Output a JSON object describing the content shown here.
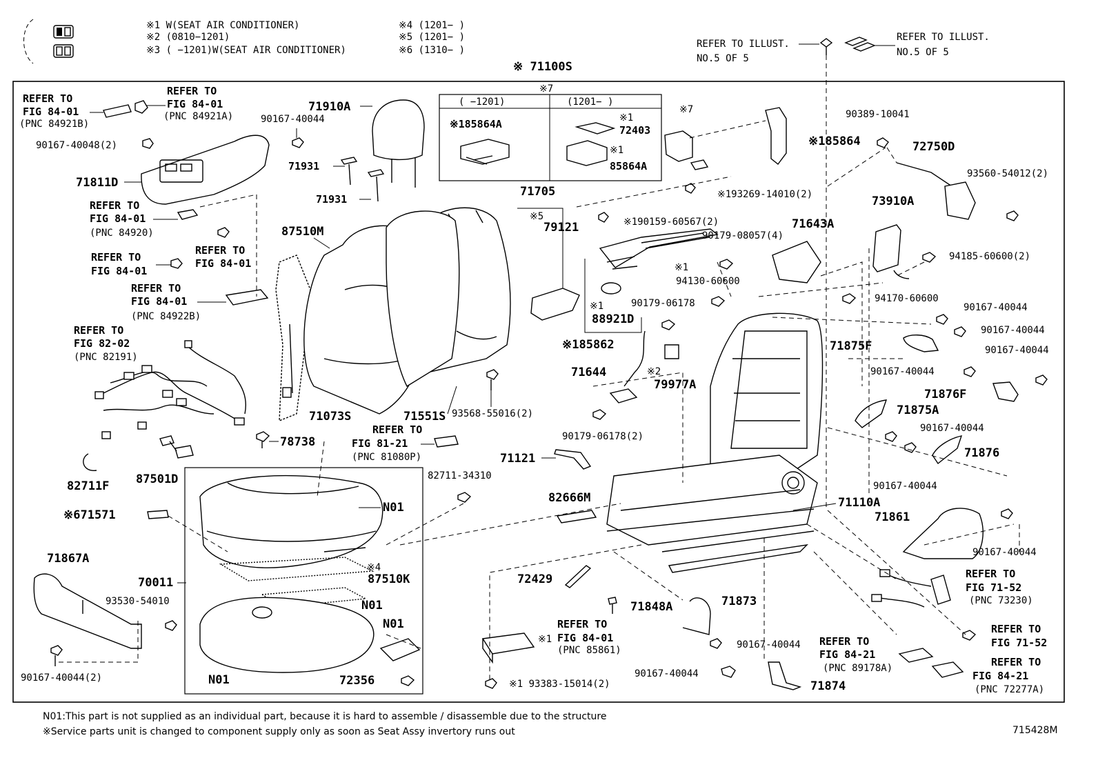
{
  "legend": {
    "notes_left": [
      "※1 W(SEAT AIR CONDITIONER)",
      "※2 (0810−1201)",
      "※3 (     −1201)W(SEAT AIR CONDITIONER)"
    ],
    "notes_right": [
      "※4 (1201−      )",
      "※5 (1201−      )",
      "※6 (1310−      )"
    ]
  },
  "assembly_label": "※ 71100S",
  "inset": {
    "mark": "※7",
    "left_header": "(     −1201)",
    "right_header": "(1201−     )",
    "parts": [
      {
        "id": "185864A",
        "text": "※185864A"
      },
      {
        "id": "72403",
        "text": "72403"
      },
      {
        "id": "85864A",
        "text": "85864A"
      },
      {
        "id": "m1a",
        "text": "※1"
      },
      {
        "id": "m1b",
        "text": "※1"
      }
    ]
  },
  "refer_top": [
    {
      "id": "ref-top-1",
      "lines": [
        "REFER TO ILLUST.",
        "NO.5 OF 5"
      ]
    },
    {
      "id": "ref-top-2",
      "lines": [
        "REFER TO ILLUST.",
        "NO.5 OF 5"
      ]
    }
  ],
  "part_labels": [
    {
      "id": "p71910A",
      "text": "71910A"
    },
    {
      "id": "p90167-40044-a",
      "text": "90167-40044"
    },
    {
      "id": "p90167-40048",
      "text": "90167-40048(2)"
    },
    {
      "id": "p71811D",
      "text": "71811D"
    },
    {
      "id": "p71931-a",
      "text": "71931"
    },
    {
      "id": "p71931-b",
      "text": "71931"
    },
    {
      "id": "p71705",
      "text": "71705"
    },
    {
      "id": "p87510M",
      "text": "87510M"
    },
    {
      "id": "p79121",
      "text": "79121"
    },
    {
      "id": "p5",
      "text": "※5"
    },
    {
      "id": "p7b",
      "text": "※7"
    },
    {
      "id": "p185864",
      "text": "※185864"
    },
    {
      "id": "p93269",
      "text": "※193269-14010(2)"
    },
    {
      "id": "p190159",
      "text": "※190159-60567(2)"
    },
    {
      "id": "p71643A",
      "text": "71643A"
    },
    {
      "id": "p90179-08057",
      "text": "90179-08057(4)"
    },
    {
      "id": "p94130",
      "text": "94130-60600"
    },
    {
      "id": "p94130m",
      "text": "※1"
    },
    {
      "id": "p90179-06178-a",
      "text": "90179-06178"
    },
    {
      "id": "p88921D",
      "text": "88921D"
    },
    {
      "id": "p88921Dm",
      "text": "※1"
    },
    {
      "id": "p185862",
      "text": "※185862"
    },
    {
      "id": "p71644",
      "text": "71644"
    },
    {
      "id": "p79977A",
      "text": "79977A"
    },
    {
      "id": "p79977Am",
      "text": "※2"
    },
    {
      "id": "p90389",
      "text": "90389-10041"
    },
    {
      "id": "p72750D",
      "text": "72750D"
    },
    {
      "id": "p93560",
      "text": "93560-54012(2)"
    },
    {
      "id": "p73910A",
      "text": "73910A"
    },
    {
      "id": "p94185",
      "text": "94185-60600(2)"
    },
    {
      "id": "p94170",
      "text": "94170-60600"
    },
    {
      "id": "p90167-40044-b",
      "text": "90167-40044"
    },
    {
      "id": "p90167-40044-c",
      "text": "90167-40044"
    },
    {
      "id": "p71875F",
      "text": "71875F"
    },
    {
      "id": "p90167-40044-d",
      "text": "90167-40044"
    },
    {
      "id": "p90167-40044-e",
      "text": "90167-40044"
    },
    {
      "id": "p71876F",
      "text": "71876F"
    },
    {
      "id": "p71875A",
      "text": "71875A"
    },
    {
      "id": "p90167-40044-f",
      "text": "90167-40044"
    },
    {
      "id": "p71876",
      "text": "71876"
    },
    {
      "id": "p90167-40044-g",
      "text": "90167-40044"
    },
    {
      "id": "p71110A",
      "text": "71110A"
    },
    {
      "id": "p71861",
      "text": "71861"
    },
    {
      "id": "p90167-40044-h",
      "text": "90167-40044"
    },
    {
      "id": "p71073S",
      "text": "71073S"
    },
    {
      "id": "p71551S",
      "text": "71551S"
    },
    {
      "id": "p93568",
      "text": "93568-55016(2)"
    },
    {
      "id": "p90179-06178-b",
      "text": "90179-06178(2)"
    },
    {
      "id": "p78738",
      "text": "78738"
    },
    {
      "id": "p71121",
      "text": "71121"
    },
    {
      "id": "p82711F",
      "text": "82711F"
    },
    {
      "id": "p87501D",
      "text": "87501D"
    },
    {
      "id": "p82711-34310",
      "text": "82711-34310"
    },
    {
      "id": "p82666M",
      "text": "82666M"
    },
    {
      "id": "p71571",
      "text": "※671571"
    },
    {
      "id": "pN01a",
      "text": "N01"
    },
    {
      "id": "p87510K",
      "text": "87510K"
    },
    {
      "id": "p87510Km",
      "text": "※4"
    },
    {
      "id": "p71867A",
      "text": "71867A"
    },
    {
      "id": "p70011",
      "text": "70011"
    },
    {
      "id": "pN01b",
      "text": "N01"
    },
    {
      "id": "p93530",
      "text": "93530-54010"
    },
    {
      "id": "pN01c",
      "text": "N01"
    },
    {
      "id": "pN01d",
      "text": "N01"
    },
    {
      "id": "p72356",
      "text": "72356"
    },
    {
      "id": "p90167-40044-2",
      "text": "90167-40044(2)"
    },
    {
      "id": "p72429",
      "text": "72429"
    },
    {
      "id": "p71848A",
      "text": "71848A"
    },
    {
      "id": "p71873",
      "text": "71873"
    },
    {
      "id": "p90167-40044-i",
      "text": "90167-40044"
    },
    {
      "id": "p90167-40044-j",
      "text": "90167-40044"
    },
    {
      "id": "p71874",
      "text": "71874"
    },
    {
      "id": "p93383",
      "text": "※1 93383-15014(2)"
    },
    {
      "id": "p85861m",
      "text": "※1"
    }
  ],
  "refer_labels": [
    {
      "id": "r84921B",
      "lines": [
        "REFER TO",
        "FIG 84-01",
        "(PNC 84921B)"
      ]
    },
    {
      "id": "r84921A",
      "lines": [
        "REFER TO",
        "FIG 84-01",
        "(PNC 84921A)"
      ]
    },
    {
      "id": "r84920",
      "lines": [
        "REFER TO",
        "FIG 84-01",
        "(PNC 84920)"
      ]
    },
    {
      "id": "r84-01a",
      "lines": [
        "REFER TO",
        "FIG 84-01"
      ]
    },
    {
      "id": "r84-01b",
      "lines": [
        "REFER TO",
        "FIG 84-01"
      ]
    },
    {
      "id": "r84922B",
      "lines": [
        "REFER TO",
        "FIG 84-01",
        "(PNC 84922B)"
      ]
    },
    {
      "id": "r82191",
      "lines": [
        "REFER TO",
        "FIG 82-02",
        "(PNC 82191)"
      ]
    },
    {
      "id": "r81080P",
      "lines": [
        "REFER TO",
        "FIG 81-21",
        "(PNC 81080P)"
      ]
    },
    {
      "id": "r85861",
      "lines": [
        "REFER TO",
        "FIG 84-01",
        "(PNC 85861)"
      ]
    },
    {
      "id": "r73230",
      "lines": [
        "REFER TO",
        "FIG 71-52",
        "(PNC 73230)"
      ]
    },
    {
      "id": "r71-52",
      "lines": [
        "REFER TO",
        "FIG 71-52"
      ]
    },
    {
      "id": "r89178A",
      "lines": [
        "REFER TO",
        "FIG 84-21",
        "(PNC 89178A)"
      ]
    },
    {
      "id": "r72277A",
      "lines": [
        "REFER TO",
        "FIG 84-21",
        "(PNC 72277A)"
      ]
    }
  ],
  "footer": {
    "note_n01": "N01:This part is not supplied as an individual part, because it is hard to assemble / disassemble due to the structure",
    "note_service": "※Service parts unit is changed to component supply only as soon as Seat Assy invertory runs out",
    "figure_id": "715428M"
  }
}
